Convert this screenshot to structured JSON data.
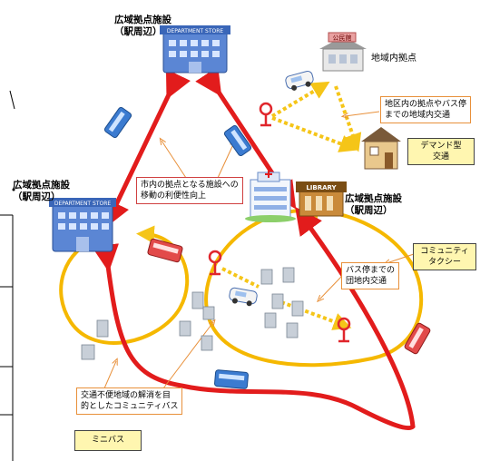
{
  "labels": {
    "hub_top": "広域拠点施設",
    "hub_top_sub": "（駅周辺）",
    "hub_left": "広域拠点施設",
    "hub_left_sub": "（駅周辺）",
    "hub_right": "広域拠点施設",
    "hub_right_sub": "（駅周辺）",
    "district_hub": "地域内拠点",
    "community_hall_sign": "公民館",
    "department_store_sign": "DEPARTMENT STORE",
    "library_sign": "LIBRARY"
  },
  "callouts": {
    "district_transport": [
      "地区内の拠点やバス停",
      "までの地域内交通"
    ],
    "demand_transport": [
      "デマンド型",
      "交通"
    ],
    "convenience": [
      "市内の拠点となる施設への",
      "移動の利便性向上"
    ],
    "community_taxi": [
      "コミュニティ",
      "タクシー"
    ],
    "bus_stop_transport": [
      "バス停までの",
      "団地内交通"
    ],
    "community_bus": [
      "交通不便地域の解消を目",
      "的としたコミュニティバス"
    ],
    "minibus": "ミニバス"
  },
  "colors": {
    "main_route": "#e21c1c",
    "community_route": "#f5b800",
    "demand_route": "#f5c518",
    "building_blue": "#4a78c8",
    "stop_marker": "#e0262c"
  }
}
